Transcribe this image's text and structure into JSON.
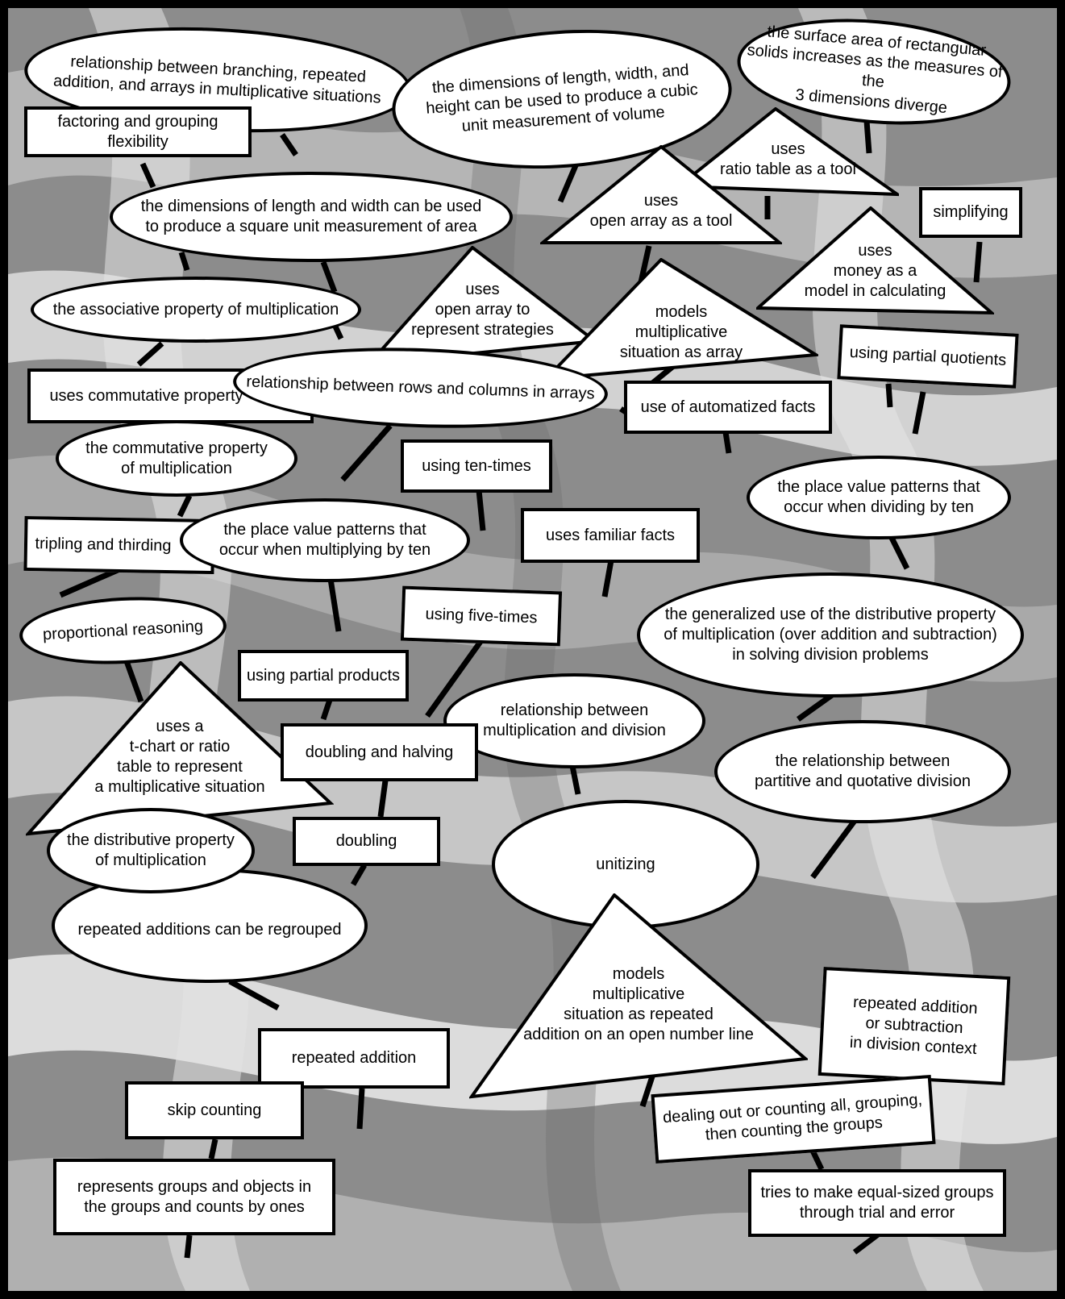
{
  "colors": {
    "background": "#8a8a8a",
    "node_fill": "#ffffff",
    "stroke": "#000000"
  },
  "nodes": {
    "n1": "relationship between branching, repeated\naddition, and arrays in multiplicative situations",
    "n2": "factoring and grouping flexibility",
    "n3": "the dimensions of length, width, and\nheight can be used to produce a cubic\nunit measurement of volume",
    "n4": "the surface area of rectangular\nsolids increases as the measures of the\n3 dimensions diverge",
    "n5": "uses\nratio table as a tool",
    "n6": "uses\nopen array as a tool",
    "n7": "simplifying",
    "n8": "the dimensions of length and width can be used\nto produce a square unit measurement of area",
    "n9": "uses\nmoney as a\nmodel in calculating",
    "n10": "uses\nopen array to\nrepresent strategies",
    "n11": "models\nmultiplicative\nsituation as array",
    "n12": "the associative property of multiplication",
    "n13": "using partial quotients",
    "n14": "uses commutative property",
    "n15": "relationship between rows and columns in arrays",
    "n16": "use of automatized facts",
    "n17": "the commutative property\nof multiplication",
    "n18": "using ten-times",
    "n19": "the place value patterns that\noccur when dividing by ten",
    "n20": "uses familiar facts",
    "n21": "tripling and thirding",
    "n22": "the place value patterns that\noccur when multiplying by ten",
    "n23": "using five-times",
    "n24": "proportional reasoning",
    "n25": "the generalized use of the distributive property\nof multiplication (over addition and subtraction)\nin solving division problems",
    "n26": "using partial products",
    "n27": "uses a\nt-chart or ratio\ntable to represent\na multiplicative situation",
    "n28": "relationship between\nmultiplication and division",
    "n29": "doubling and halving",
    "n30": "the relationship between\npartitive and quotative division",
    "n31": "doubling",
    "n32": "the distributive property\nof multiplication",
    "n33": "unitizing",
    "n34": "repeated additions can be regrouped",
    "n35": "models\nmultiplicative\nsituation as repeated\naddition on an open number line",
    "n36": "repeated addition\nor subtraction\nin division context",
    "n37": "repeated addition",
    "n38": "skip counting",
    "n39": "dealing out or counting all, grouping,\nthen counting the groups",
    "n40": "represents groups and objects in\nthe groups and counts by ones",
    "n41": "tries to make equal-sized groups\nthrough trial and error"
  }
}
